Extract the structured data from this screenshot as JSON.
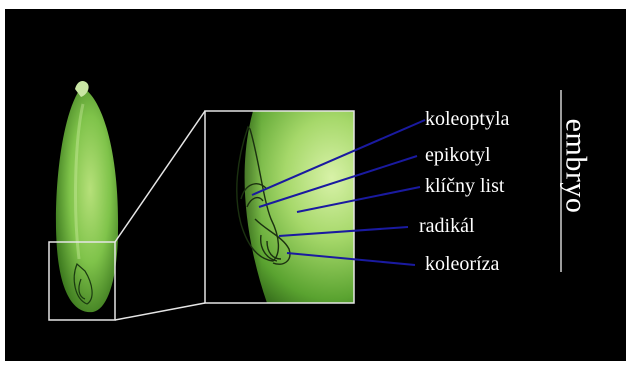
{
  "diagram": {
    "labels": [
      {
        "id": "koleoptyla",
        "text": "koleoptyla"
      },
      {
        "id": "epikotyl",
        "text": "epikotyl"
      },
      {
        "id": "klicny-list",
        "text": "klíčny list"
      },
      {
        "id": "radikal",
        "text": "radikál"
      },
      {
        "id": "koleoriza",
        "text": "koleoríza"
      }
    ],
    "group_label": "embryo"
  },
  "colors": {
    "background": "#000000",
    "leader_lines": "#1a1aa0",
    "frame": "#e6e6e6",
    "text": "#ffffff",
    "seed": "#7fc34a"
  }
}
